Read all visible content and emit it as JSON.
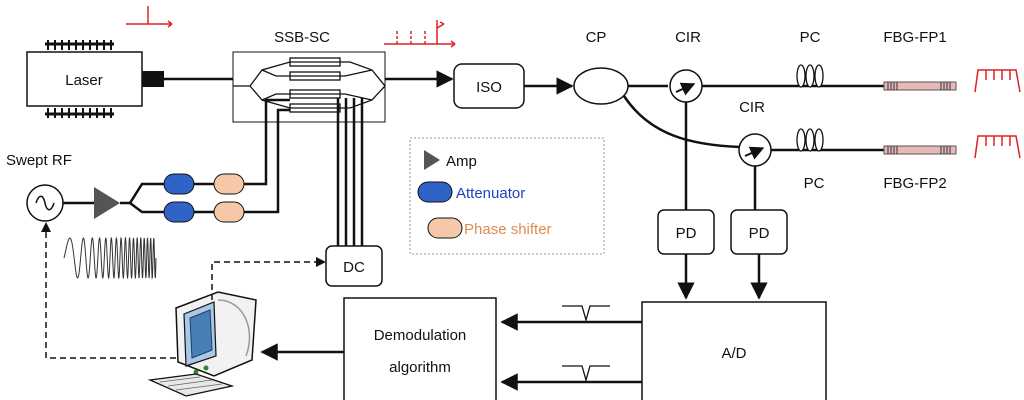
{
  "labels": {
    "laser": "Laser",
    "ssb_sc": "SSB-SC",
    "iso": "ISO",
    "cp": "CP",
    "cir1": "CIR",
    "cir2": "CIR",
    "pc1": "PC",
    "pc2": "PC",
    "fbg1": "FBG-FP1",
    "fbg2": "FBG-FP2",
    "swept_rf": "Swept RF",
    "dc": "DC",
    "pd1": "PD",
    "pd2": "PD",
    "demod_line1": "Demodulation",
    "demod_line2": "algorithm",
    "ad": "A/D"
  },
  "legend": {
    "amp": "Amp",
    "attenuator": "Attenuator",
    "phase_shifter": "Phase shifter"
  },
  "colors": {
    "signal_red": "#e02020",
    "attenuator_fill": "#2f63c8",
    "phase_shifter_fill": "#f5c9a8",
    "amp_fill": "#555555",
    "fbg_fill": "#e8b8b8"
  }
}
